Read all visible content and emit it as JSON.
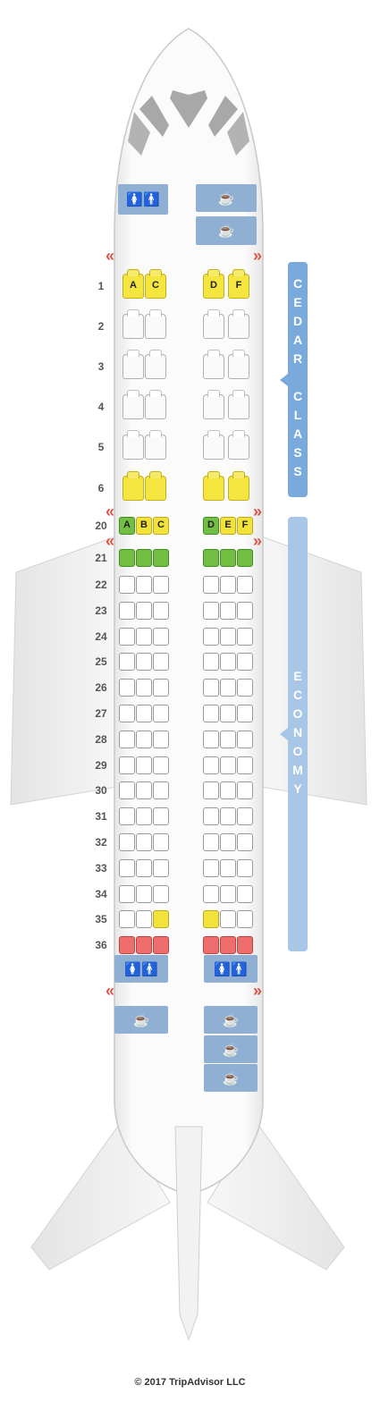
{
  "rows": [
    {
      "label": "1",
      "cabin": "biz",
      "seats": [
        [
          "A",
          "yellow"
        ],
        [
          "C",
          "yellow"
        ],
        [
          "D",
          "yellow"
        ],
        [
          "F",
          "yellow"
        ]
      ]
    },
    {
      "label": "2",
      "cabin": "biz",
      "seats": [
        [
          "",
          "std"
        ],
        [
          "",
          "std"
        ],
        [
          "",
          "std"
        ],
        [
          "",
          "std"
        ]
      ]
    },
    {
      "label": "3",
      "cabin": "biz",
      "seats": [
        [
          "",
          "std"
        ],
        [
          "",
          "std"
        ],
        [
          "",
          "std"
        ],
        [
          "",
          "std"
        ]
      ]
    },
    {
      "label": "4",
      "cabin": "biz",
      "seats": [
        [
          "",
          "std"
        ],
        [
          "",
          "std"
        ],
        [
          "",
          "std"
        ],
        [
          "",
          "std"
        ]
      ]
    },
    {
      "label": "5",
      "cabin": "biz",
      "seats": [
        [
          "",
          "std"
        ],
        [
          "",
          "std"
        ],
        [
          "",
          "std"
        ],
        [
          "",
          "std"
        ]
      ]
    },
    {
      "label": "6",
      "cabin": "biz",
      "seats": [
        [
          "",
          "yellow"
        ],
        [
          "",
          "yellow"
        ],
        [
          "",
          "yellow"
        ],
        [
          "",
          "yellow"
        ]
      ]
    },
    {
      "label": "20",
      "cabin": "eco",
      "seats": [
        [
          "A",
          "green"
        ],
        [
          "B",
          "yellow"
        ],
        [
          "C",
          "yellow"
        ],
        [
          "D",
          "green"
        ],
        [
          "E",
          "yellow"
        ],
        [
          "F",
          "yellow"
        ]
      ]
    },
    {
      "label": "21",
      "cabin": "eco",
      "seats": [
        [
          "",
          "green"
        ],
        [
          "",
          "green"
        ],
        [
          "",
          "green"
        ],
        [
          "",
          "green"
        ],
        [
          "",
          "green"
        ],
        [
          "",
          "green"
        ]
      ]
    },
    {
      "label": "22",
      "cabin": "eco",
      "seats": [
        [
          "",
          "std"
        ],
        [
          "",
          "std"
        ],
        [
          "",
          "std"
        ],
        [
          "",
          "std"
        ],
        [
          "",
          "std"
        ],
        [
          "",
          "std"
        ]
      ]
    },
    {
      "label": "23",
      "cabin": "eco",
      "seats": [
        [
          "",
          "std"
        ],
        [
          "",
          "std"
        ],
        [
          "",
          "std"
        ],
        [
          "",
          "std"
        ],
        [
          "",
          "std"
        ],
        [
          "",
          "std"
        ]
      ]
    },
    {
      "label": "24",
      "cabin": "eco",
      "seats": [
        [
          "",
          "std"
        ],
        [
          "",
          "std"
        ],
        [
          "",
          "std"
        ],
        [
          "",
          "std"
        ],
        [
          "",
          "std"
        ],
        [
          "",
          "std"
        ]
      ]
    },
    {
      "label": "25",
      "cabin": "eco",
      "seats": [
        [
          "",
          "std"
        ],
        [
          "",
          "std"
        ],
        [
          "",
          "std"
        ],
        [
          "",
          "std"
        ],
        [
          "",
          "std"
        ],
        [
          "",
          "std"
        ]
      ]
    },
    {
      "label": "26",
      "cabin": "eco",
      "seats": [
        [
          "",
          "std"
        ],
        [
          "",
          "std"
        ],
        [
          "",
          "std"
        ],
        [
          "",
          "std"
        ],
        [
          "",
          "std"
        ],
        [
          "",
          "std"
        ]
      ]
    },
    {
      "label": "27",
      "cabin": "eco",
      "seats": [
        [
          "",
          "std"
        ],
        [
          "",
          "std"
        ],
        [
          "",
          "std"
        ],
        [
          "",
          "std"
        ],
        [
          "",
          "std"
        ],
        [
          "",
          "std"
        ]
      ]
    },
    {
      "label": "28",
      "cabin": "eco",
      "seats": [
        [
          "",
          "std"
        ],
        [
          "",
          "std"
        ],
        [
          "",
          "std"
        ],
        [
          "",
          "std"
        ],
        [
          "",
          "std"
        ],
        [
          "",
          "std"
        ]
      ]
    },
    {
      "label": "29",
      "cabin": "eco",
      "seats": [
        [
          "",
          "std"
        ],
        [
          "",
          "std"
        ],
        [
          "",
          "std"
        ],
        [
          "",
          "std"
        ],
        [
          "",
          "std"
        ],
        [
          "",
          "std"
        ]
      ]
    },
    {
      "label": "30",
      "cabin": "eco",
      "seats": [
        [
          "",
          "std"
        ],
        [
          "",
          "std"
        ],
        [
          "",
          "std"
        ],
        [
          "",
          "std"
        ],
        [
          "",
          "std"
        ],
        [
          "",
          "std"
        ]
      ]
    },
    {
      "label": "31",
      "cabin": "eco",
      "seats": [
        [
          "",
          "std"
        ],
        [
          "",
          "std"
        ],
        [
          "",
          "std"
        ],
        [
          "",
          "std"
        ],
        [
          "",
          "std"
        ],
        [
          "",
          "std"
        ]
      ]
    },
    {
      "label": "32",
      "cabin": "eco",
      "seats": [
        [
          "",
          "std"
        ],
        [
          "",
          "std"
        ],
        [
          "",
          "std"
        ],
        [
          "",
          "std"
        ],
        [
          "",
          "std"
        ],
        [
          "",
          "std"
        ]
      ]
    },
    {
      "label": "33",
      "cabin": "eco",
      "seats": [
        [
          "",
          "std"
        ],
        [
          "",
          "std"
        ],
        [
          "",
          "std"
        ],
        [
          "",
          "std"
        ],
        [
          "",
          "std"
        ],
        [
          "",
          "std"
        ]
      ]
    },
    {
      "label": "34",
      "cabin": "eco",
      "seats": [
        [
          "",
          "std"
        ],
        [
          "",
          "std"
        ],
        [
          "",
          "std"
        ],
        [
          "",
          "std"
        ],
        [
          "",
          "std"
        ],
        [
          "",
          "std"
        ]
      ]
    },
    {
      "label": "35",
      "cabin": "eco",
      "seats": [
        [
          "",
          "std"
        ],
        [
          "",
          "std"
        ],
        [
          "",
          "yellow"
        ],
        [
          "",
          "yellow"
        ],
        [
          "",
          "std"
        ],
        [
          "",
          "std"
        ]
      ]
    },
    {
      "label": "36",
      "cabin": "eco",
      "seats": [
        [
          "",
          "red"
        ],
        [
          "",
          "red"
        ],
        [
          "",
          "red"
        ],
        [
          "",
          "red"
        ],
        [
          "",
          "red"
        ],
        [
          "",
          "red"
        ]
      ]
    }
  ],
  "cabins": [
    {
      "name": "CEDAR CLASS",
      "color": "#7aa9dc"
    },
    {
      "name": "ECONOMY",
      "color": "#a8c6e6"
    }
  ],
  "facilities": {
    "lavatory_icon": "lavatory-icon",
    "galley_icon": "galley-cup-icon",
    "lavatory_glyph": "🚺🚹",
    "galley_glyph": "☕"
  },
  "exit_glyphs": {
    "left": "«",
    "right": "»"
  },
  "colors": {
    "seat_yellow": "#f2e23a",
    "seat_green": "#72bf44",
    "seat_red": "#ee6d6d",
    "facility_blue": "#8fb0d3",
    "exit_red": "#e05346"
  },
  "copyright": "© 2017 TripAdvisor LLC"
}
